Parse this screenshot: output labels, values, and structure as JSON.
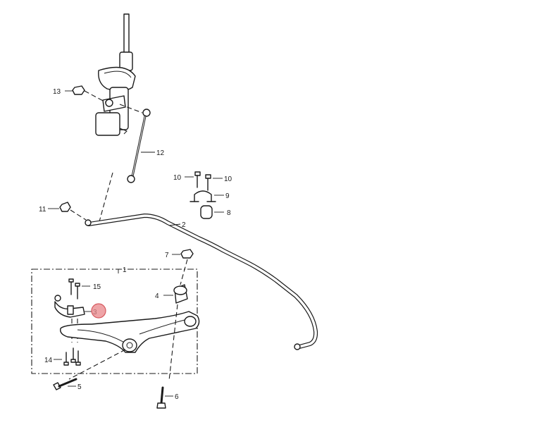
{
  "callouts": {
    "c1": "1",
    "c2": "2",
    "c3": "3",
    "c4": "4",
    "c5": "5",
    "c6": "6",
    "c7": "7",
    "c8": "8",
    "c9": "9",
    "c10a": "10",
    "c10b": "10",
    "c11": "11",
    "c12": "12",
    "c13": "13",
    "c14": "14",
    "c15": "15"
  },
  "highlight": {
    "part": "3",
    "color": "#e8868a"
  }
}
